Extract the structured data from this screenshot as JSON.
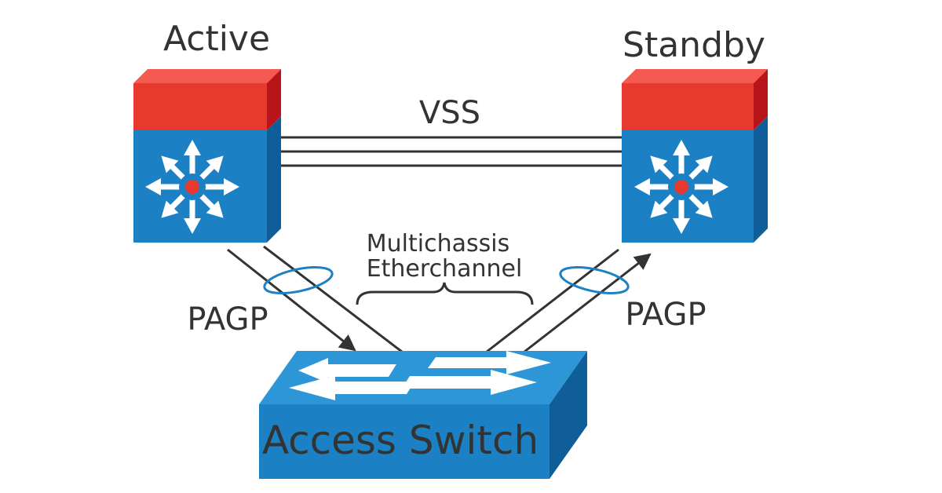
{
  "labels": {
    "active": "Active",
    "standby": "Standby",
    "vss": "VSS",
    "mec_line1": "Multichassis",
    "mec_line2": "Etherchannel",
    "pagp_left": "PAGP",
    "pagp_right": "PAGP",
    "access_switch": "Access Switch"
  },
  "colors": {
    "switch_blue": "#1b80c4",
    "switch_blue_dark": "#0f5e9a",
    "active_red": "#e8392f",
    "active_red_dark": "#b8151a",
    "dot_red": "#e8392f",
    "link": "#333333",
    "lag_ring": "#1b80c4",
    "text": "#333333"
  },
  "icons": {
    "core_switch": "multilayer-switch-icon",
    "access_switch": "workgroup-switch-icon"
  }
}
